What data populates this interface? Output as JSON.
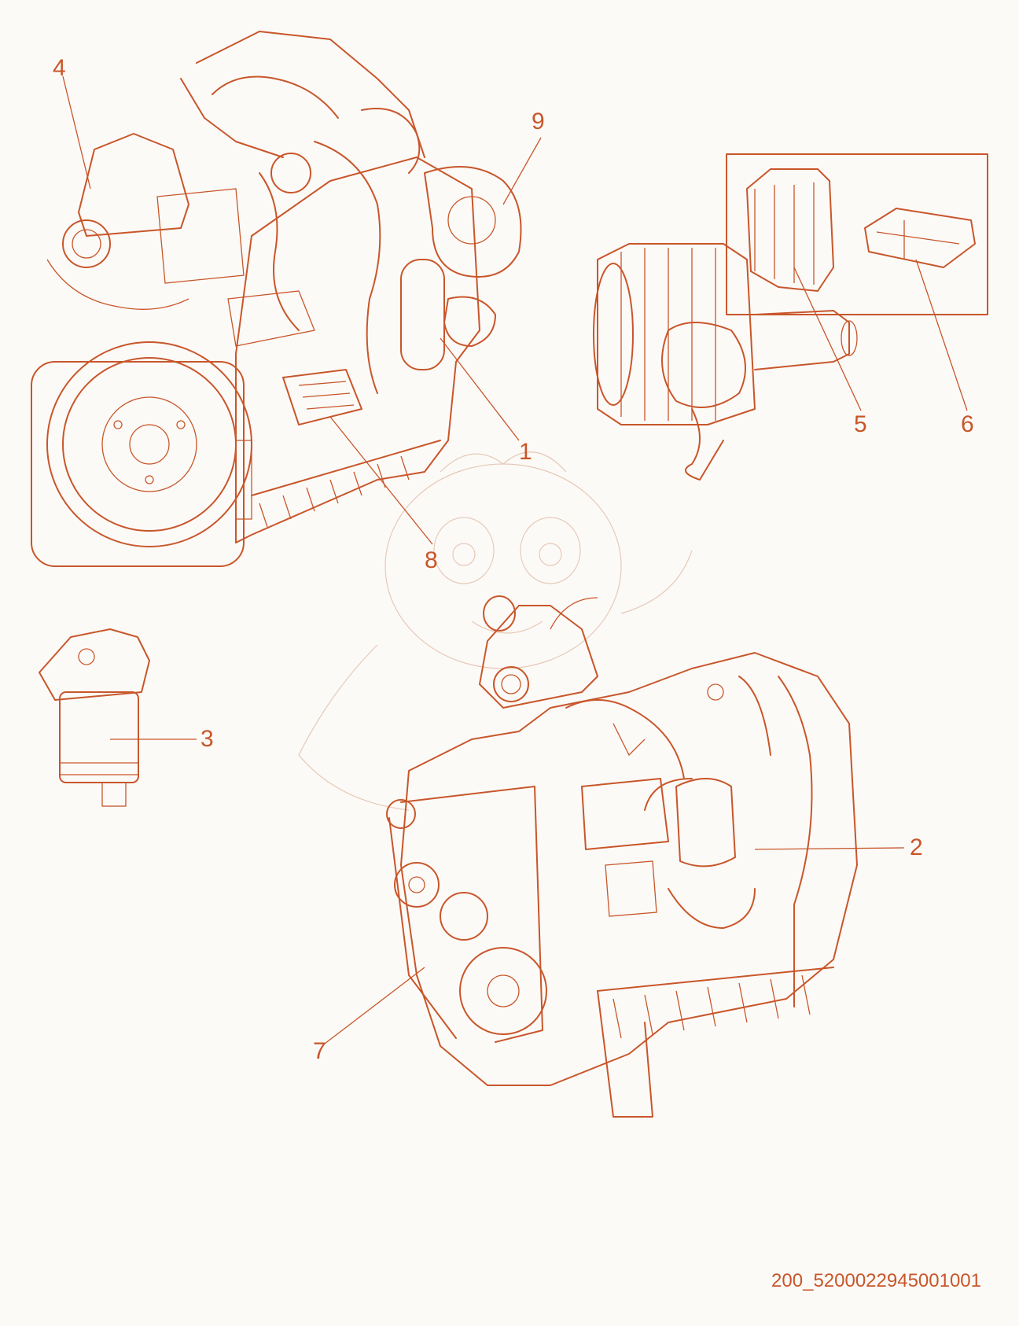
{
  "colors": {
    "line": "#c8562a",
    "background": "#fcfaf7",
    "faint": "#e6c9b8"
  },
  "callouts": {
    "c1": "1",
    "c2": "2",
    "c3": "3",
    "c4": "4",
    "c5": "5",
    "c6": "6",
    "c7": "7",
    "c8": "8",
    "c9": "9"
  },
  "drawing_code": "200_5200022945001001"
}
